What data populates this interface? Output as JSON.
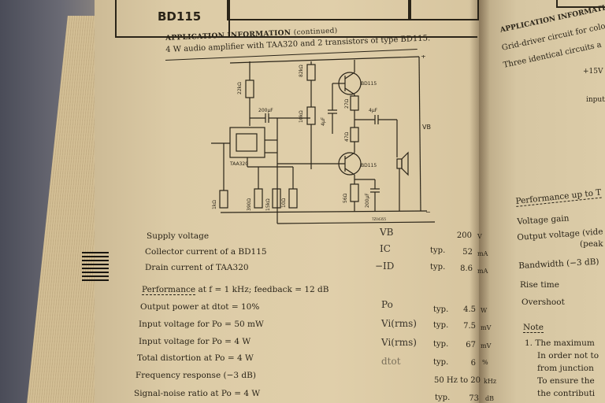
{
  "header": {
    "part_number": "BD115"
  },
  "application": {
    "heading": "APPLICATION INFORMATION",
    "heading_suffix": "(continued)",
    "subtitle": "4 W audio amplifier with TAA320 and 2 transistors of type BD115."
  },
  "circuit": {
    "labels": {
      "ic": "TAA320",
      "t1": "BD115",
      "t2": "BD115",
      "vb": "VB",
      "r1": "22kΩ",
      "r2": "82kΩ",
      "r3": "10kΩ",
      "r4": "47Ω",
      "r5": "27Ω",
      "r6": "1kΩ",
      "r7": "390Ω",
      "r8": "15kΩ",
      "r9": "10Ω",
      "r10": "56Ω",
      "c1": "200μF",
      "c2": "4μF",
      "c3": "4μF",
      "c4": "200μF",
      "plus": "+",
      "minus": "−",
      "ref": "7Z04355"
    }
  },
  "specs": [
    {
      "label": "Supply voltage",
      "symbol": "VB",
      "typ": "",
      "value": "200",
      "unit": "V"
    },
    {
      "label": "Collector current of a BD115",
      "symbol": "IC",
      "typ": "typ.",
      "value": "52",
      "unit": "mA"
    },
    {
      "label": "Drain current of TAA320",
      "symbol": "−ID",
      "typ": "typ.",
      "value": "8.6",
      "unit": "mA"
    }
  ],
  "performance": {
    "heading": "Performance",
    "conditions": "at f = 1 kHz; feedback = 12 dB",
    "rows": [
      {
        "label": "Output power at dtot = 10%",
        "symbol": "Po",
        "typ": "typ.",
        "value": "4.5",
        "unit": "W"
      },
      {
        "label": "Input voltage for Po = 50 mW",
        "symbol": "Vi(rms)",
        "typ": "typ.",
        "value": "7.5",
        "unit": "mV"
      },
      {
        "label": "Input voltage for Po = 4 W",
        "symbol": "Vi(rms)",
        "typ": "typ.",
        "value": "67",
        "unit": "mV"
      },
      {
        "label": "Total distortion at Po = 4 W",
        "symbol": "dtot",
        "typ": "typ.",
        "value": "6",
        "unit": "%"
      },
      {
        "label": "Frequency response (−3 dB)",
        "symbol": "",
        "typ": "",
        "value": "50 Hz to 20",
        "unit": "kHz"
      },
      {
        "label": "Signal-noise ratio at Po = 4 W",
        "symbol": "",
        "typ": "typ.",
        "value": "73",
        "unit": "dB"
      }
    ]
  },
  "right_page": {
    "heading": "APPLICATION INFORMATI",
    "line1": "Grid-driver circuit for colo",
    "line2": "Three identical circuits a",
    "v15": "+15V",
    "input": "input",
    "perf": "Performance up to T",
    "voltage_gain": "Voltage gain",
    "output_voltage": "Output voltage (vide",
    "peak": "(peak",
    "bandwidth": "Bandwidth (−3 dB)",
    "rise": "Rise time",
    "overshoot": "Overshoot",
    "note": "Note",
    "n1": "1. The maximum",
    "n2": "In order not to",
    "n3": "from junction",
    "n4": "To ensure the",
    "n5": "the contributi"
  }
}
